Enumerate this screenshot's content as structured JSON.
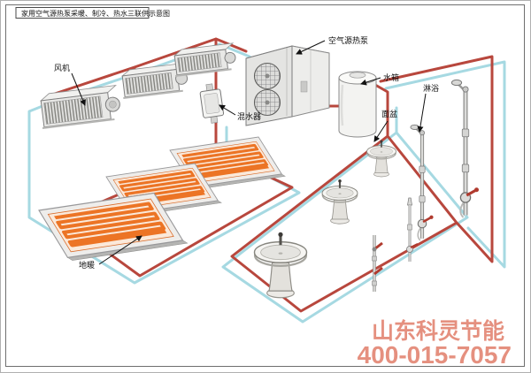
{
  "title": "家用空气源热泵采暖、制冷、热水三联供示意图",
  "labels": {
    "fan_coil": "风机",
    "heat_pump": "空气源热泵",
    "water_tank": "水箱",
    "water_mixer": "混水器",
    "wash_basin": "面盆",
    "shower": "淋浴",
    "floor_heating": "地暖"
  },
  "watermark": {
    "company": "山东科灵节能",
    "phone": "400-015-7057"
  },
  "colors": {
    "hot_pipe": "#b8473d",
    "cold_pipe": "#a6d9e2",
    "coil": "#ec7425",
    "watermark_text": "#e5907f"
  }
}
